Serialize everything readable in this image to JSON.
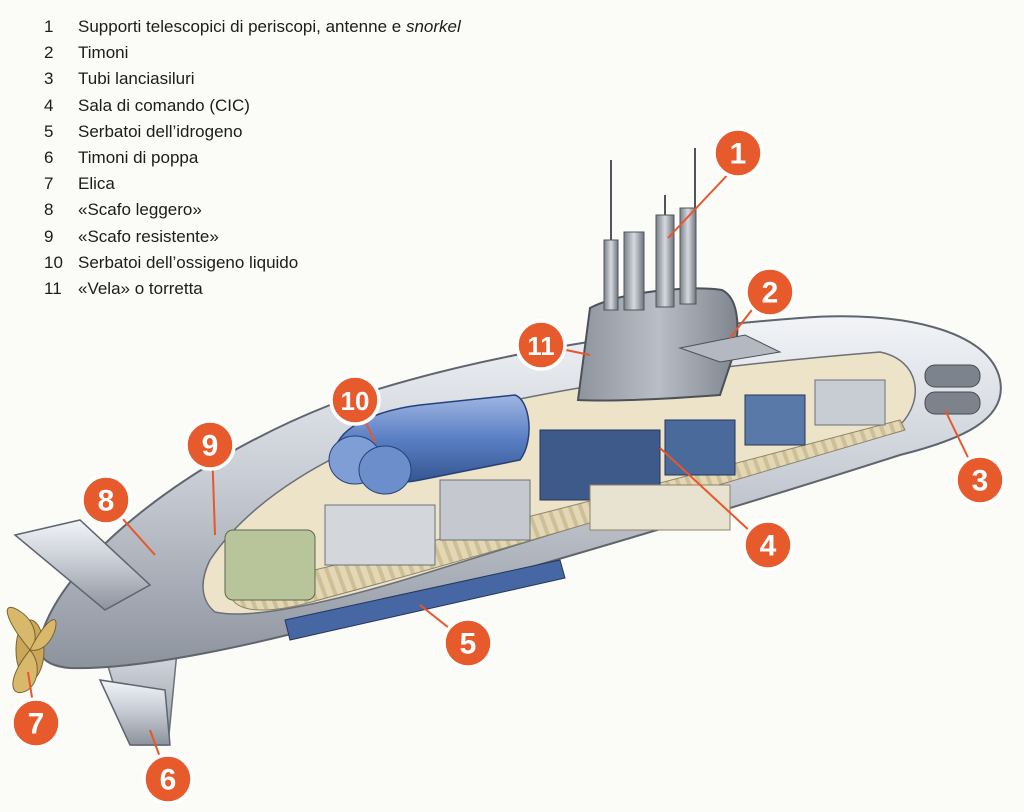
{
  "legend": [
    {
      "number": "1",
      "text": "Supporti telescopici di periscopi, antenne e ",
      "text_italic": "snorkel"
    },
    {
      "number": "2",
      "text": "Timoni"
    },
    {
      "number": "3",
      "text": "Tubi lanciasiluri"
    },
    {
      "number": "4",
      "text": "Sala di comando (CIC)"
    },
    {
      "number": "5",
      "text": "Serbatoi dell’idrogeno"
    },
    {
      "number": "6",
      "text": "Timoni di poppa"
    },
    {
      "number": "7",
      "text": "Elica"
    },
    {
      "number": "8",
      "text": "«Scafo leggero»"
    },
    {
      "number": "9",
      "text": "«Scafo resistente»"
    },
    {
      "number": "10",
      "text": "Serbatoi dell’ossigeno liquido"
    },
    {
      "number": "11",
      "text": "«Vela» o torretta"
    }
  ],
  "callouts": [
    "1",
    "2",
    "3",
    "4",
    "5",
    "6",
    "7",
    "8",
    "9",
    "10",
    "11"
  ],
  "colors": {
    "callout": "#e65a2c",
    "hull": "#c9ced6",
    "oxygen_tanks": "#5a7fc4",
    "interior": "#e6dcc0",
    "machinery": "#3d5a8a",
    "propeller": "#c9a85a"
  }
}
